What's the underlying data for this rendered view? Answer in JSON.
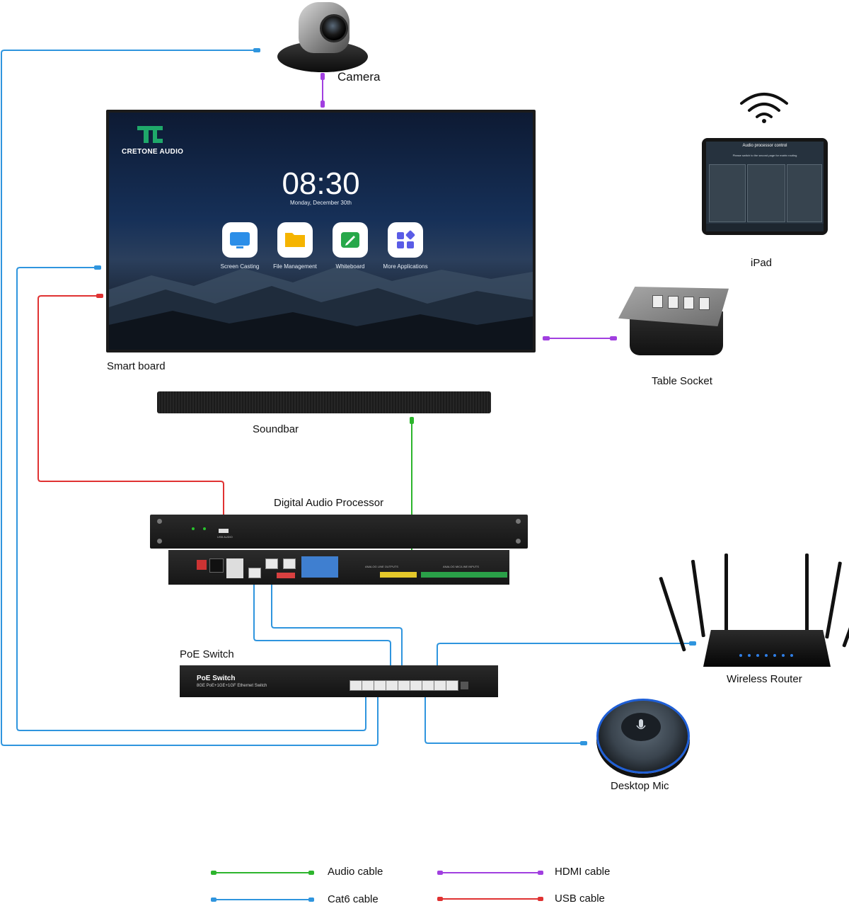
{
  "devices": {
    "camera": "Camera",
    "smart_board": "Smart board",
    "ipad": "iPad",
    "table_socket": "Table Socket",
    "soundbar": "Soundbar",
    "processor": "Digital Audio Processor",
    "poe_switch": "PoE Switch",
    "router": "Wireless Router",
    "desktop_mic": "Desktop Mic"
  },
  "board_screen": {
    "brand": "CRETONE AUDIO",
    "time": "08:30",
    "date": "Monday, December 30th",
    "apps": [
      "Screen Casting",
      "File Management",
      "Whiteboard",
      "More Applications"
    ]
  },
  "ipad_screen": {
    "title": "Audio processor control",
    "subtitle": "Please switch to the second page for matrix routing"
  },
  "poe_device": {
    "name": "PoE Switch",
    "spec": "8GE PoE+1GE+1GF Ethernet Switch"
  },
  "processor_panel": {
    "line_outputs": "ANALOG LINE OUTPUTS",
    "mic_inputs": "ANALOG MIC/LINE INPUTS",
    "usb_audio": "USB AUDIO"
  },
  "legend": [
    {
      "label": "Audio cable",
      "color": "#2db52d"
    },
    {
      "label": "HDMI cable",
      "color": "#a13fe0"
    },
    {
      "label": "Cat6 cable",
      "color": "#2f95de"
    },
    {
      "label": "USB cable",
      "color": "#e03232"
    }
  ],
  "colors": {
    "audio": "#2db52d",
    "cat6": "#2f95de",
    "hdmi": "#a13fe0",
    "usb": "#e03232"
  }
}
